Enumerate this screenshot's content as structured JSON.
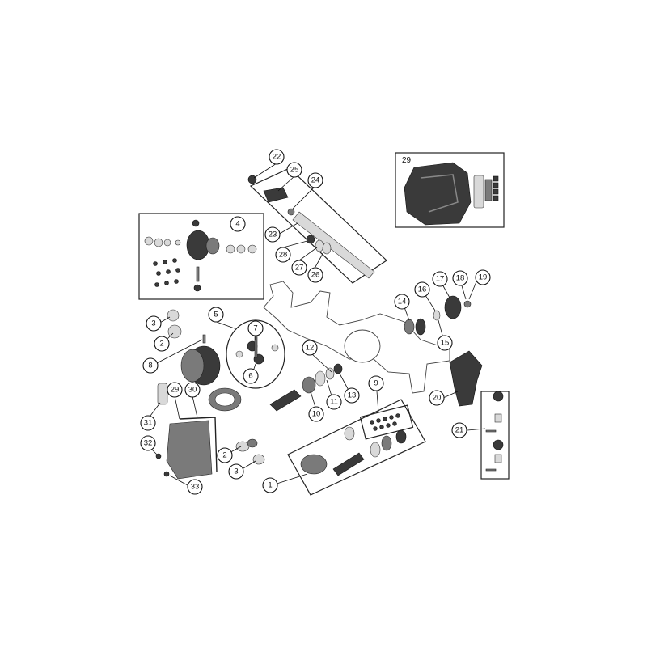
{
  "diagram": {
    "callouts": [
      {
        "id": "c1",
        "label": "1"
      },
      {
        "id": "c2a",
        "label": "2"
      },
      {
        "id": "c2b",
        "label": "2"
      },
      {
        "id": "c3a",
        "label": "3"
      },
      {
        "id": "c3b",
        "label": "3"
      },
      {
        "id": "c4",
        "label": "4"
      },
      {
        "id": "c5",
        "label": "5"
      },
      {
        "id": "c6",
        "label": "6"
      },
      {
        "id": "c7",
        "label": "7"
      },
      {
        "id": "c8",
        "label": "8"
      },
      {
        "id": "c9",
        "label": "9"
      },
      {
        "id": "c10",
        "label": "10"
      },
      {
        "id": "c11",
        "label": "11"
      },
      {
        "id": "c12",
        "label": "12"
      },
      {
        "id": "c13",
        "label": "13"
      },
      {
        "id": "c14",
        "label": "14"
      },
      {
        "id": "c15",
        "label": "15"
      },
      {
        "id": "c16",
        "label": "16"
      },
      {
        "id": "c17",
        "label": "17"
      },
      {
        "id": "c18",
        "label": "18"
      },
      {
        "id": "c19",
        "label": "19"
      },
      {
        "id": "c20",
        "label": "20"
      },
      {
        "id": "c21",
        "label": "21"
      },
      {
        "id": "c22",
        "label": "22"
      },
      {
        "id": "c23",
        "label": "23"
      },
      {
        "id": "c24",
        "label": "24"
      },
      {
        "id": "c25",
        "label": "25"
      },
      {
        "id": "c26",
        "label": "26"
      },
      {
        "id": "c27",
        "label": "27"
      },
      {
        "id": "c28",
        "label": "28"
      },
      {
        "id": "c29a",
        "label": "29"
      },
      {
        "id": "c30",
        "label": "30"
      },
      {
        "id": "c31",
        "label": "31"
      },
      {
        "id": "c32",
        "label": "32"
      },
      {
        "id": "c33",
        "label": "33"
      }
    ],
    "inset_label": "29",
    "colors": {
      "ink": "#111111",
      "part_dark": "#3a3a3a",
      "part_mid": "#7a7a7a",
      "part_light": "#d9d9d9"
    }
  }
}
